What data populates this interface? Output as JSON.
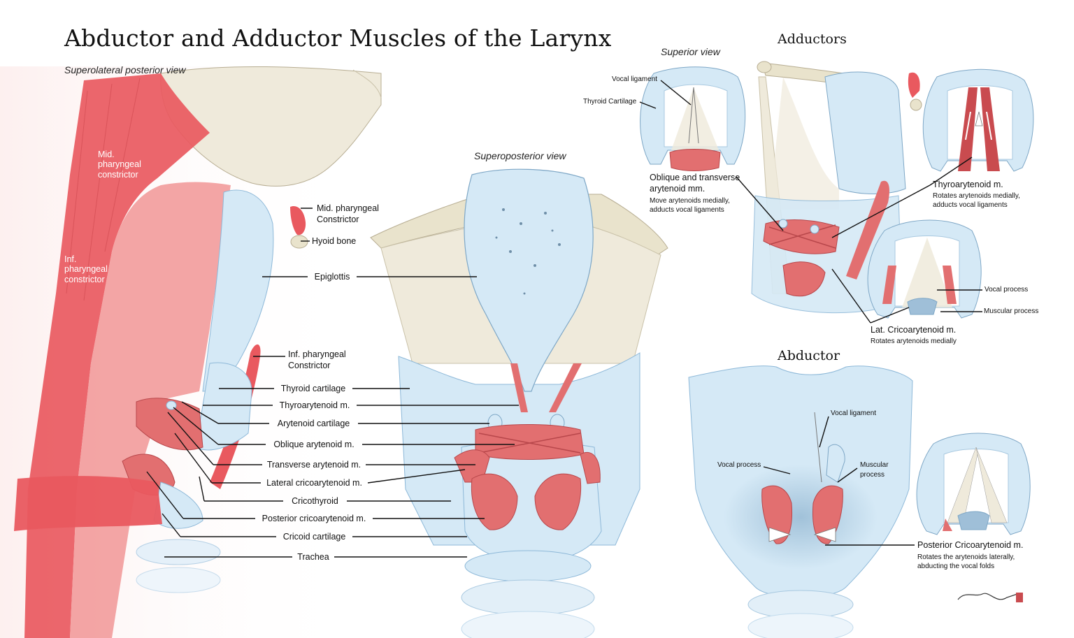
{
  "title": "Abductor and Adductor Muscles of the Larynx",
  "views": {
    "left": "Superolateral posterior view",
    "center": "Superoposterior view",
    "superior": "Superior view"
  },
  "sections": {
    "adductors": "Adductors",
    "abductor": "Abductor"
  },
  "left_labels": {
    "mid_pharyngeal": "Mid. pharyngeal constrictor",
    "inf_pharyngeal": "Inf. pharyngeal constrictor",
    "mid_pharyngeal_c1": "Mid. pharyngeal",
    "mid_pharyngeal_c2": "Constrictor",
    "hyoid": "Hyoid bone",
    "inf_pharyngeal_c1": "Inf. pharyngeal",
    "inf_pharyngeal_c2": "Constrictor"
  },
  "center_labels": [
    "Epiglottis",
    "Thyroid cartilage",
    "Thyroarytenoid m.",
    "Arytenoid cartilage",
    "Oblique arytenoid m.",
    "Transverse arytenoid m.",
    "Lateral cricoarytenoid m.",
    "Cricothyroid",
    "Posterior cricoarytenoid m.",
    "Cricoid cartilage",
    "Trachea"
  ],
  "superior_view": {
    "vocal_ligament": "Vocal ligament",
    "thyroid_cartilage": "Thyroid Cartilage",
    "oblique_title_1": "Oblique and transverse",
    "oblique_title_2": "arytenoid mm.",
    "oblique_desc_1": "Move arytenoids medially,",
    "oblique_desc_2": "adducts vocal ligaments"
  },
  "adductor_labels": {
    "thyroarytenoid": "Thyroarytenoid m.",
    "thyroarytenoid_desc_1": "Rotates arytenoids medially,",
    "thyroarytenoid_desc_2": "adducts vocal ligaments",
    "vocal_process": "Vocal process",
    "muscular_process": "Muscular process",
    "lat_crico": "Lat. Cricoarytenoid m.",
    "lat_crico_desc": "Rotates arytenoids medially"
  },
  "abductor_labels": {
    "vocal_ligament": "Vocal ligament",
    "vocal_process": "Vocal process",
    "muscular_1": "Muscular",
    "muscular_2": "process",
    "pca": "Posterior Cricoarytenoid m.",
    "pca_desc_1": "Rotates the arytenoids laterally,",
    "pca_desc_2": "abducting the vocal folds"
  },
  "colors": {
    "cartilage_blue": "#d5e9f6",
    "outline_blue": "#8db8d8",
    "muscle_red": "#e26f70",
    "muscle_dark": "#c94b4f",
    "bone_beige": "#e9e3cc",
    "pharynx_red": "#e9595f"
  }
}
